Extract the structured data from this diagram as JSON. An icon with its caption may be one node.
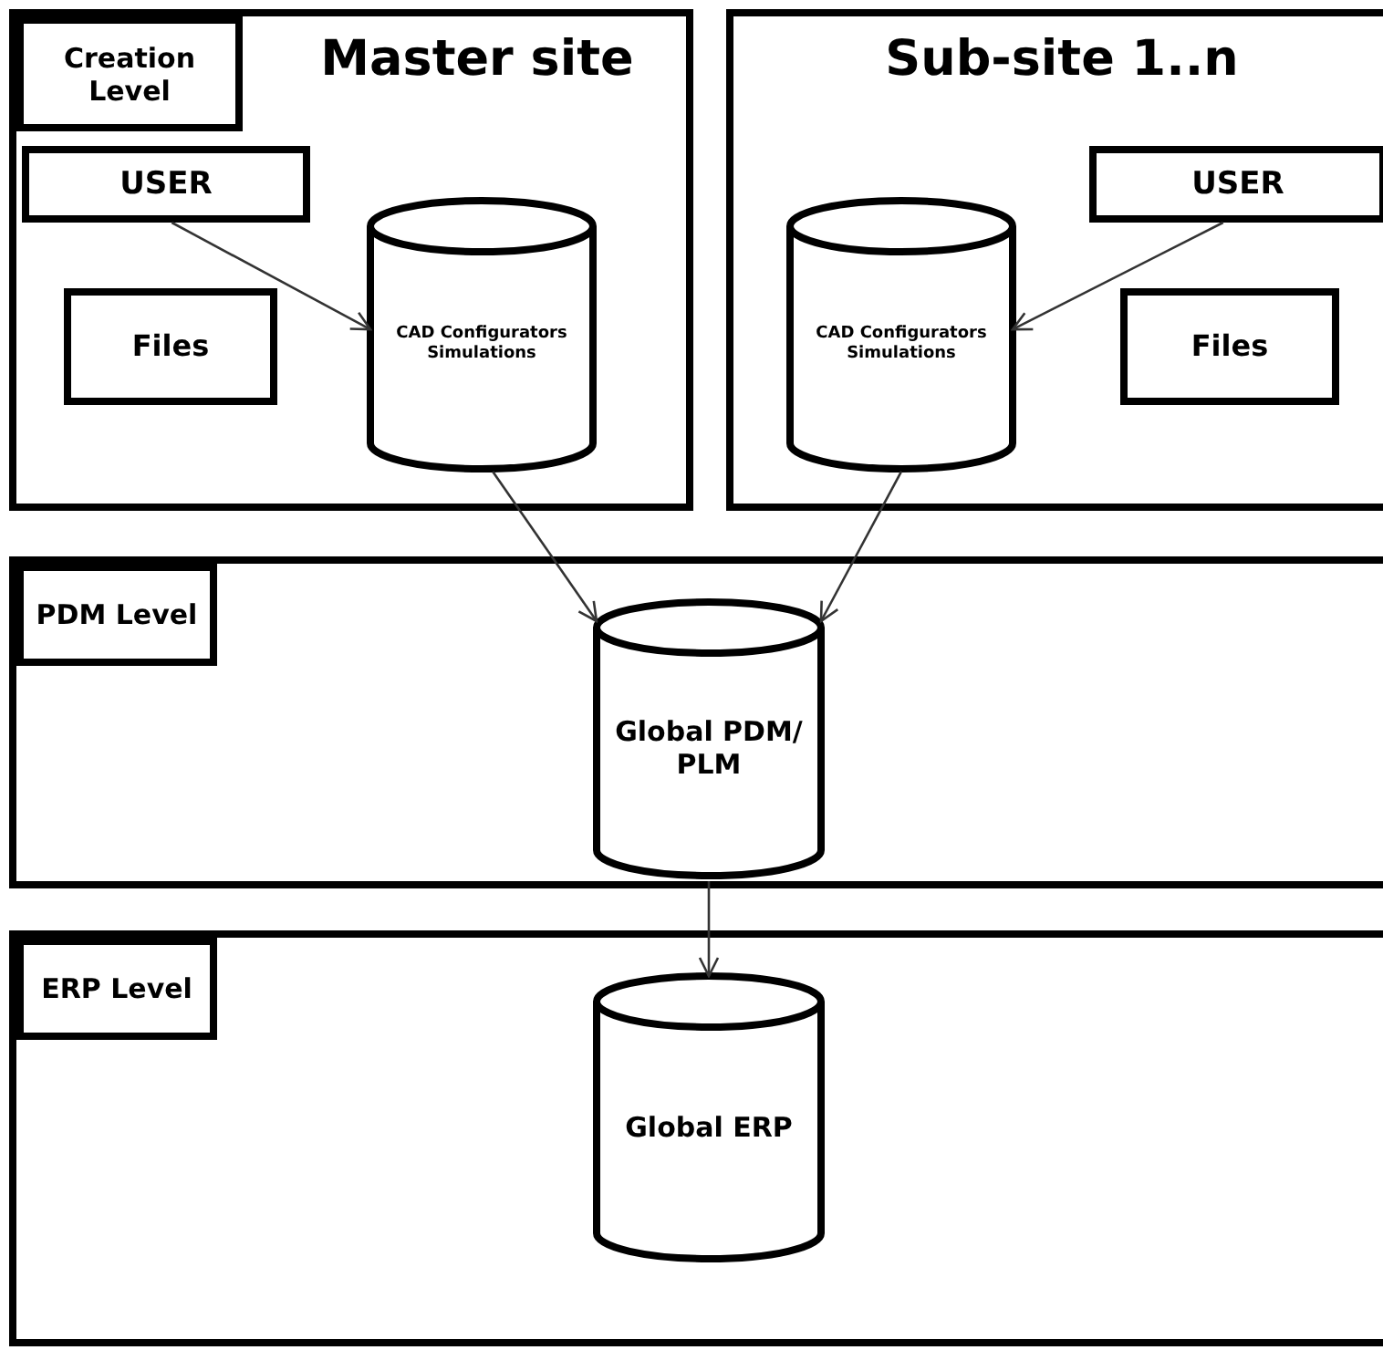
{
  "diagram": {
    "nodes": [
      {
        "text": [
          "Master site"
        ]
      },
      {
        "text": [
          "Creation Level"
        ],
        "in": 0
      },
      {
        "text": [
          "USER"
        ],
        "in": 0
      },
      {
        "text": [
          "Files"
        ],
        "in": 0
      },
      {
        "text": [
          "CAD Configurators Simulations"
        ],
        "in": 0
      },
      {
        "text": [
          "Sub-site 1..n"
        ]
      },
      {
        "text": [
          "CAD Configurators Simulations"
        ],
        "in": 5
      },
      {
        "text": [
          "USER"
        ],
        "in": 5
      },
      {
        "text": [
          "Files"
        ],
        "in": 5
      },
      {
        "text": [],
        "shape": "box"
      },
      {
        "text": [
          "PDM Level"
        ],
        "in": 9
      },
      {
        "text": [
          "Global PDM/ PLM"
        ],
        "in": 9
      },
      {
        "text": [],
        "shape": "box"
      },
      {
        "text": [
          "ERP Level"
        ],
        "in": 12
      },
      {
        "text": [
          "Global ERP"
        ],
        "in": 12
      }
    ],
    "edges": [
      {
        "from": 2,
        "to": 4,
        "arrow": "to"
      },
      {
        "from": 7,
        "to": 6,
        "arrow": "to"
      },
      {
        "from": 4,
        "to": 11,
        "arrow": "to"
      },
      {
        "from": 6,
        "to": 11,
        "arrow": "to"
      },
      {
        "from": 11,
        "to": 14,
        "arrow": "to"
      }
    ]
  }
}
